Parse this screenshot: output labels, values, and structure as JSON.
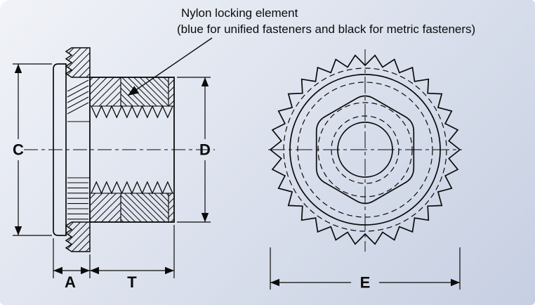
{
  "callout": {
    "line1": "Nylon locking element",
    "line2": "(blue for unified fasteners and black for metric fasteners)"
  },
  "dim_labels": {
    "C": "C",
    "D": "D",
    "A": "A",
    "T": "T",
    "E": "E"
  },
  "colors": {
    "ink": "#0b0b0b",
    "background_top_left": "#f1f3f8",
    "background_bottom_right": "#c6cfe2"
  }
}
